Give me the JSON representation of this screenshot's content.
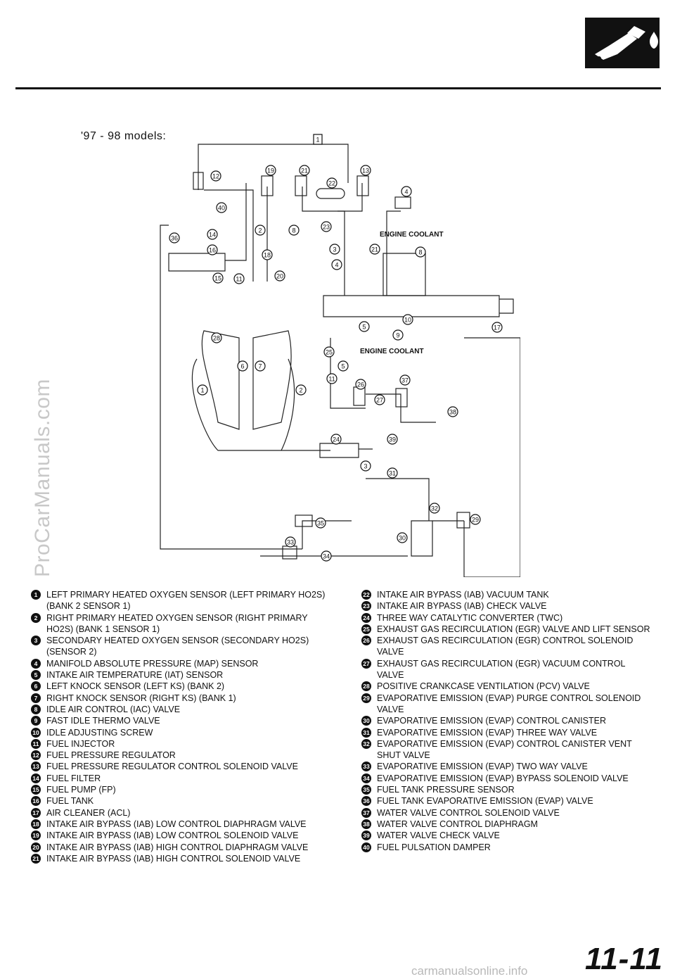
{
  "header": {
    "section_icon": "fuel-nozzle-icon"
  },
  "models_label": "'97 - 98 models:",
  "watermark": "ProCarManuals.com",
  "diagram": {
    "labels": {
      "engine_coolant_upper": "ENGINE COOLANT",
      "engine_coolant_lower": "ENGINE COOLANT"
    },
    "callouts": [
      {
        "n": "1"
      },
      {
        "n": "12"
      },
      {
        "n": "19"
      },
      {
        "n": "21"
      },
      {
        "n": "13"
      },
      {
        "n": "22"
      },
      {
        "n": "4"
      },
      {
        "n": "40"
      },
      {
        "n": "23"
      },
      {
        "n": "14"
      },
      {
        "n": "2"
      },
      {
        "n": "8"
      },
      {
        "n": "36"
      },
      {
        "n": "16"
      },
      {
        "n": "18"
      },
      {
        "n": "3"
      },
      {
        "n": "21"
      },
      {
        "n": "8"
      },
      {
        "n": "4"
      },
      {
        "n": "15"
      },
      {
        "n": "11"
      },
      {
        "n": "20"
      },
      {
        "n": "10"
      },
      {
        "n": "5"
      },
      {
        "n": "9"
      },
      {
        "n": "17"
      },
      {
        "n": "28"
      },
      {
        "n": "25"
      },
      {
        "n": "6"
      },
      {
        "n": "7"
      },
      {
        "n": "5"
      },
      {
        "n": "11"
      },
      {
        "n": "26"
      },
      {
        "n": "37"
      },
      {
        "n": "1"
      },
      {
        "n": "2"
      },
      {
        "n": "27"
      },
      {
        "n": "38"
      },
      {
        "n": "39"
      },
      {
        "n": "24"
      },
      {
        "n": "3"
      },
      {
        "n": "31"
      },
      {
        "n": "32"
      },
      {
        "n": "29"
      },
      {
        "n": "35"
      },
      {
        "n": "33"
      },
      {
        "n": "30"
      },
      {
        "n": "34"
      }
    ]
  },
  "legend": {
    "left": [
      {
        "n": "1",
        "text": "LEFT PRIMARY HEATED OXYGEN SENSOR (LEFT PRIMARY HO2S) (BANK 2 SENSOR 1)"
      },
      {
        "n": "2",
        "text": "RIGHT PRIMARY HEATED OXYGEN SENSOR (RIGHT PRIMARY HO2S) (BANK 1 SENSOR 1)"
      },
      {
        "n": "3",
        "text": "SECONDARY HEATED OXYGEN SENSOR (SECONDARY HO2S) (SENSOR 2)"
      },
      {
        "n": "4",
        "text": "MANIFOLD ABSOLUTE PRESSURE (MAP) SENSOR"
      },
      {
        "n": "5",
        "text": "INTAKE AIR TEMPERATURE (IAT) SENSOR"
      },
      {
        "n": "6",
        "text": "LEFT KNOCK SENSOR (LEFT KS) (BANK 2)"
      },
      {
        "n": "7",
        "text": "RIGHT KNOCK SENSOR (RIGHT KS) (BANK 1)"
      },
      {
        "n": "8",
        "text": "IDLE AIR CONTROL (IAC) VALVE"
      },
      {
        "n": "9",
        "text": "FAST IDLE THERMO VALVE"
      },
      {
        "n": "10",
        "text": "IDLE ADJUSTING SCREW"
      },
      {
        "n": "11",
        "text": "FUEL INJECTOR"
      },
      {
        "n": "12",
        "text": "FUEL PRESSURE REGULATOR"
      },
      {
        "n": "13",
        "text": "FUEL PRESSURE REGULATOR CONTROL SOLENOID VALVE"
      },
      {
        "n": "14",
        "text": "FUEL FILTER"
      },
      {
        "n": "15",
        "text": "FUEL PUMP (FP)"
      },
      {
        "n": "16",
        "text": "FUEL TANK"
      },
      {
        "n": "17",
        "text": "AIR CLEANER (ACL)"
      },
      {
        "n": "18",
        "text": "INTAKE AIR BYPASS (IAB) LOW CONTROL DIAPHRAGM VALVE"
      },
      {
        "n": "19",
        "text": "INTAKE AIR BYPASS (IAB) LOW CONTROL SOLENOID VALVE"
      },
      {
        "n": "20",
        "text": "INTAKE AIR BYPASS (IAB) HIGH CONTROL DIAPHRAGM VALVE"
      },
      {
        "n": "21",
        "text": "INTAKE AIR BYPASS (IAB) HIGH CONTROL SOLENOID VALVE"
      }
    ],
    "right": [
      {
        "n": "22",
        "text": "INTAKE AIR BYPASS (IAB) VACUUM TANK"
      },
      {
        "n": "23",
        "text": "INTAKE AIR BYPASS (IAB) CHECK VALVE"
      },
      {
        "n": "24",
        "text": "THREE WAY CATALYTIC CONVERTER (TWC)"
      },
      {
        "n": "25",
        "text": "EXHAUST GAS RECIRCULATION (EGR) VALVE AND LIFT SENSOR"
      },
      {
        "n": "26",
        "text": "EXHAUST GAS RECIRCULATION (EGR) CONTROL SOLENOID VALVE"
      },
      {
        "n": "27",
        "text": "EXHAUST GAS RECIRCULATION (EGR) VACUUM CONTROL VALVE"
      },
      {
        "n": "28",
        "text": "POSITIVE CRANKCASE VENTILATION (PCV) VALVE"
      },
      {
        "n": "29",
        "text": "EVAPORATIVE EMISSION (EVAP) PURGE CONTROL SOLENOID VALVE"
      },
      {
        "n": "30",
        "text": "EVAPORATIVE EMISSION (EVAP) CONTROL CANISTER"
      },
      {
        "n": "31",
        "text": "EVAPORATIVE EMISSION (EVAP) THREE WAY VALVE"
      },
      {
        "n": "32",
        "text": "EVAPORATIVE EMISSION (EVAP) CONTROL CANISTER VENT SHUT VALVE"
      },
      {
        "n": "33",
        "text": "EVAPORATIVE EMISSION (EVAP) TWO WAY VALVE"
      },
      {
        "n": "34",
        "text": "EVAPORATIVE EMISSION (EVAP) BYPASS SOLENOID VALVE"
      },
      {
        "n": "35",
        "text": "FUEL TANK PRESSURE SENSOR"
      },
      {
        "n": "36",
        "text": "FUEL TANK EVAPORATIVE EMISSION (EVAP) VALVE"
      },
      {
        "n": "37",
        "text": "WATER VALVE CONTROL SOLENOID VALVE"
      },
      {
        "n": "38",
        "text": "WATER VALVE CONTROL DIAPHRAGM"
      },
      {
        "n": "39",
        "text": "WATER VALVE CHECK VALVE"
      },
      {
        "n": "40",
        "text": "FUEL PULSATION DAMPER"
      }
    ]
  },
  "page_number": "11-11",
  "footer_site": "carmanualsonline.info"
}
